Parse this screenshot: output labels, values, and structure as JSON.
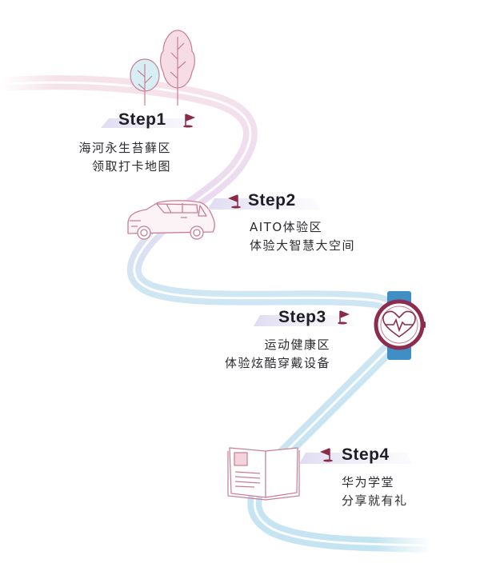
{
  "steps": [
    {
      "title": "Step1",
      "line1": "海河永生苔藓区",
      "line2": "领取打卡地图",
      "icon": "tree-icon"
    },
    {
      "title": "Step2",
      "line1": "AITO体验区",
      "line2": "体验大智慧大空间",
      "icon": "car-icon"
    },
    {
      "title": "Step3",
      "line1": "运动健康区",
      "line2": "体验炫酷穿戴设备",
      "icon": "smartwatch-icon"
    },
    {
      "title": "Step4",
      "line1": "华为学堂",
      "line2": "分享就有礼",
      "icon": "book-icon"
    }
  ],
  "colors": {
    "path_blue": "#c9e6f2",
    "path_pink": "#f3dbe3",
    "flag": "#8a2a48",
    "label_band": "#e3e2f2",
    "watch_band": "#3f8fc4",
    "watch_rim": "#8c2c4f",
    "tree_fill": "#d7eef4",
    "outline_pink": "#c97d93"
  }
}
